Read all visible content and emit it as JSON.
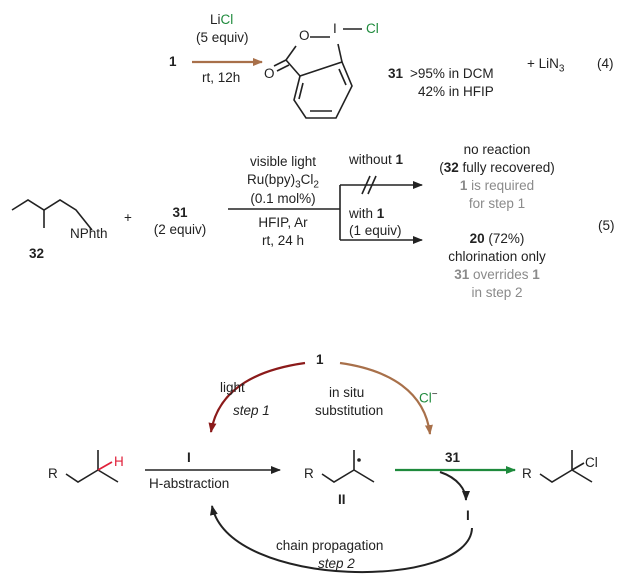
{
  "eq4": {
    "reactant": "1",
    "reagent_prefix": "Li",
    "reagent_halide": "Cl",
    "equiv": "(5 equiv)",
    "cond": "rt, 12h",
    "ring_O": "O",
    "ring_I": "I",
    "ring_Cl": "Cl",
    "carbonyl_O": "O",
    "product_num": "31",
    "yield1": ">95% in DCM",
    "yield2": "42% in HFIP",
    "byproduct_prefix": "+ LiN",
    "byproduct_sub": "3",
    "eq_number": "(4)"
  },
  "eq5": {
    "substrate_group": "NPhth",
    "substrate_num": "32",
    "plus": "+",
    "reagent_num": "31",
    "reagent_equiv": "(2 equiv)",
    "cond_light": "visible light",
    "cond_cat_a": "Ru(bpy)",
    "cond_cat_sub": "3",
    "cond_cat_b": "Cl",
    "cond_cat_sub2": "2",
    "cond_loading": "(0.1 mol%)",
    "cond_solvent": "HFIP, Ar",
    "cond_time": "rt, 24 h",
    "without_pre": "without ",
    "without_num": "1",
    "no_reaction": "no reaction",
    "recovered_pre": "(",
    "recovered_num": "32",
    "recovered_post": " fully recovered)",
    "req_num": "1",
    "req_text": " is required",
    "req_step": "for step 1",
    "with_pre": "with ",
    "with_num": "1",
    "with_equiv": "(1 equiv)",
    "prod_num": "20",
    "prod_yield": " (72%)",
    "chlor_only": "chlorination only",
    "override_num": "31",
    "override_text": " overrides ",
    "override_num2": "1",
    "override_step": "in step 2",
    "eq_number": "(5)"
  },
  "mechanism": {
    "top_num": "1",
    "light": "light",
    "step1": "step 1",
    "in_situ": "in situ",
    "substitution": "substitution",
    "chloride": "Cl",
    "chloride_charge": "−",
    "R_left": "R",
    "H": "H",
    "abstractor": "I",
    "h_abstraction": "H-abstraction",
    "R_mid": "R",
    "radical_label": "II",
    "reagent_31": "31",
    "R_right": "R",
    "Cl_right": "Cl",
    "regenerated": "I",
    "chain": "chain propagation",
    "step2": "step 2"
  },
  "colors": {
    "brown": "#a8704a",
    "darkred": "#8b1a1a",
    "green": "#1e8a3c",
    "red": "#e0203a",
    "gray": "#8a8a8a",
    "black": "#222222"
  }
}
